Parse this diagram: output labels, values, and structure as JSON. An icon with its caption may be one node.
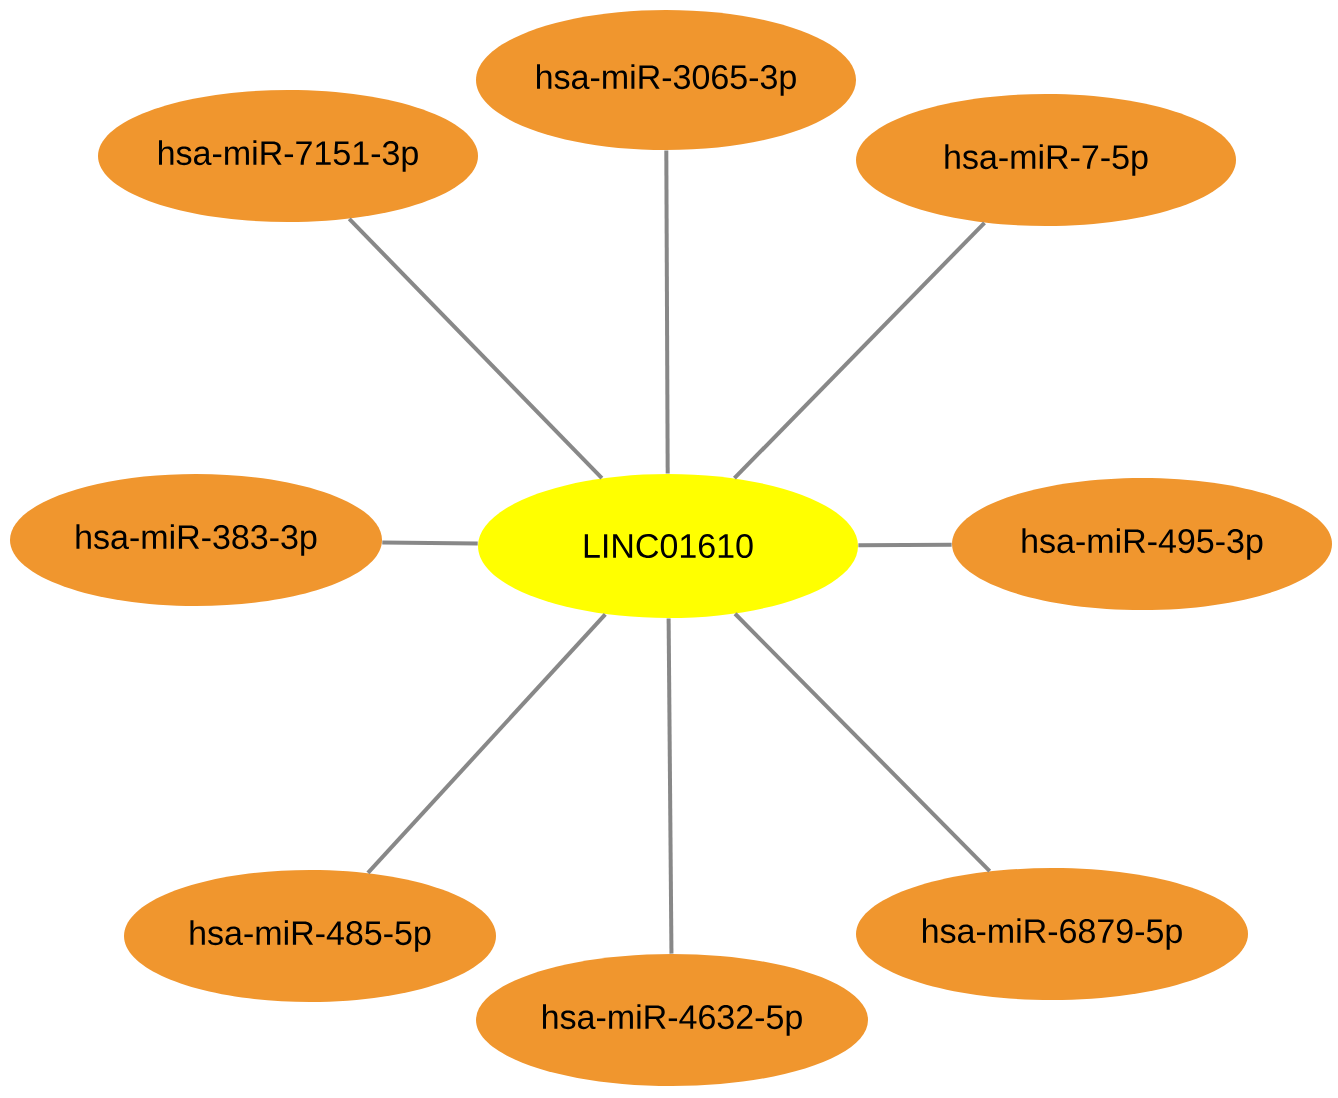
{
  "diagram": {
    "nodes": [
      {
        "text": [
          "hsa-miR-3065-3p"
        ]
      },
      {
        "text": [
          "hsa-miR-7151-3p"
        ]
      },
      {
        "text": [
          "hsa-miR-7-5p"
        ]
      },
      {
        "text": [
          "hsa-miR-383-3p"
        ]
      },
      {
        "text": [
          "LINC01610"
        ]
      },
      {
        "text": [
          "hsa-miR-495-3p"
        ]
      },
      {
        "text": [
          "hsa-miR-485-5p"
        ]
      },
      {
        "text": [
          "hsa-miR-6879-5p"
        ]
      },
      {
        "text": [
          "hsa-miR-4632-5p"
        ]
      }
    ],
    "edges": [
      {
        "from": 4,
        "to": 0,
        "arrow": "none"
      },
      {
        "from": 4,
        "to": 1,
        "arrow": "none"
      },
      {
        "from": 4,
        "to": 2,
        "arrow": "none"
      },
      {
        "from": 4,
        "to": 3,
        "arrow": "none"
      },
      {
        "from": 4,
        "to": 5,
        "arrow": "none"
      },
      {
        "from": 4,
        "to": 6,
        "arrow": "none"
      },
      {
        "from": 4,
        "to": 7,
        "arrow": "none"
      },
      {
        "from": 4,
        "to": 8,
        "arrow": "none"
      }
    ]
  }
}
